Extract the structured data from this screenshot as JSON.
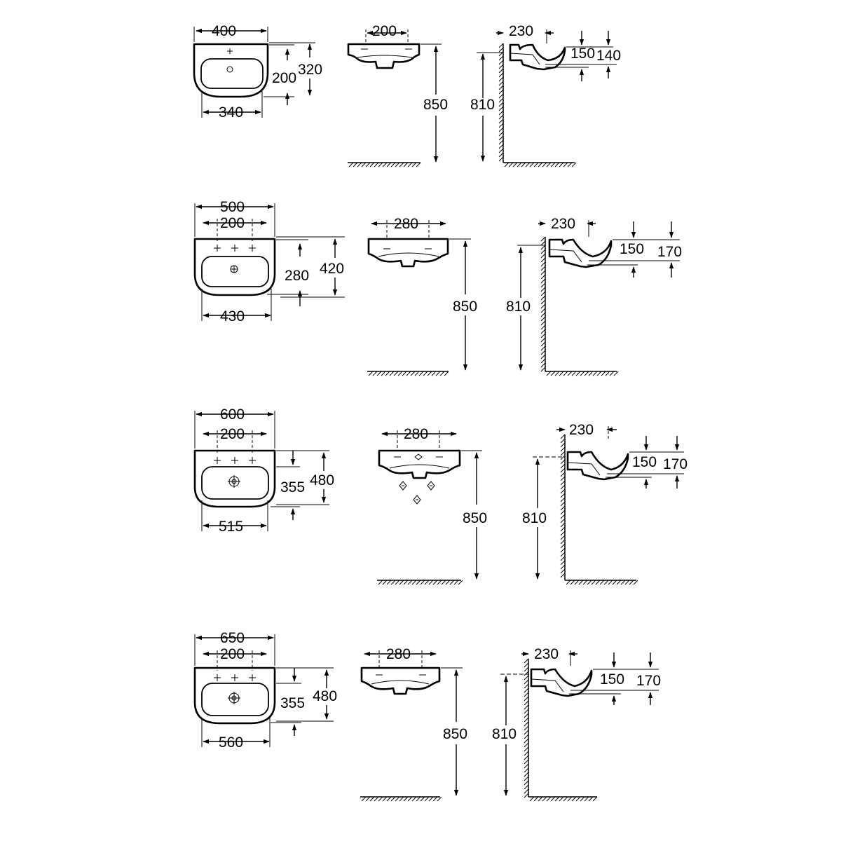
{
  "colors": {
    "line": "#000000",
    "background": "#ffffff"
  },
  "rows": [
    {
      "top": {
        "width": "400",
        "center_width": "",
        "inner_width": "340",
        "basin_depth": "200",
        "total_depth": "320",
        "tap_holes": 1
      },
      "front": {
        "tap_spacing": "200",
        "height": "850"
      },
      "side": {
        "wall_offset": "230",
        "bowl_depth": "150",
        "rim_depth": "140",
        "height": "810"
      }
    },
    {
      "top": {
        "width": "500",
        "center_width": "200",
        "inner_width": "430",
        "basin_depth": "280",
        "total_depth": "420",
        "tap_holes": 3
      },
      "front": {
        "tap_spacing": "280",
        "height": "850"
      },
      "side": {
        "wall_offset": "230",
        "bowl_depth": "150",
        "rim_depth": "170",
        "height": "810"
      }
    },
    {
      "top": {
        "width": "600",
        "center_width": "200",
        "inner_width": "515",
        "basin_depth": "355",
        "total_depth": "480",
        "tap_holes": 3
      },
      "front": {
        "tap_spacing": "280",
        "height": "850"
      },
      "side": {
        "wall_offset": "230",
        "bowl_depth": "150",
        "rim_depth": "170",
        "height": "810"
      }
    },
    {
      "top": {
        "width": "650",
        "center_width": "200",
        "inner_width": "560",
        "basin_depth": "355",
        "total_depth": "480",
        "tap_holes": 3
      },
      "front": {
        "tap_spacing": "280",
        "height": "850"
      },
      "side": {
        "wall_offset": "230",
        "bowl_depth": "150",
        "rim_depth": "170",
        "height": "810"
      }
    }
  ]
}
